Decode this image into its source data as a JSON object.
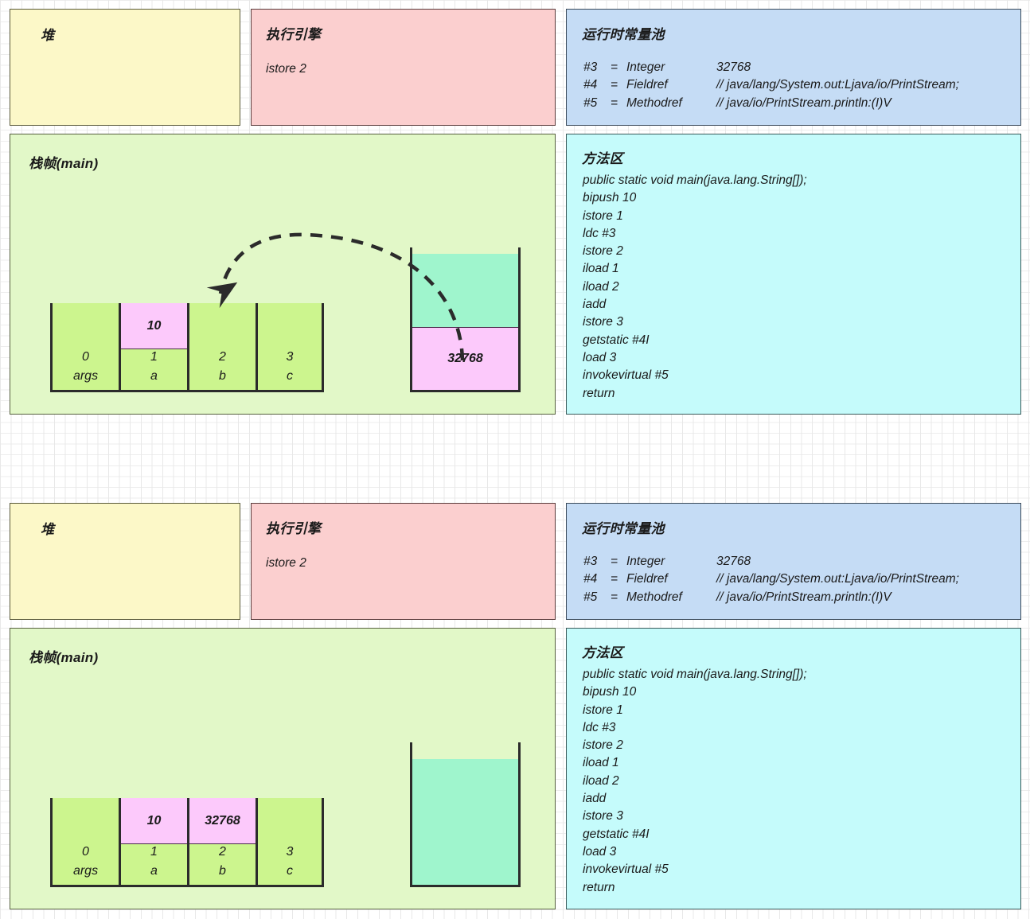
{
  "sections": [
    {
      "heap": {
        "title": "堆"
      },
      "engine": {
        "title": "执行引擎",
        "instruction": "istore 2"
      },
      "constant_pool": {
        "title": "运行时常量池",
        "entries": [
          {
            "index": "#3",
            "eq": "=",
            "kind": "Integer",
            "value": "32768"
          },
          {
            "index": "#4",
            "eq": "=",
            "kind": "Fieldref",
            "value": "// java/lang/System.out:Ljava/io/PrintStream;"
          },
          {
            "index": "#5",
            "eq": "=",
            "kind": "Methodref",
            "value": "// java/io/PrintStream.println:(I)V"
          }
        ]
      },
      "method_area": {
        "title": "方法区",
        "code": "public static void main(java.lang.String[]);\nbipush 10\nistore 1\nldc #3\nistore 2\niload 1\niload 2\niadd\nistore 3\ngetstatic #4I\nload 3\ninvokevirtual #5\nreturn"
      },
      "frame": {
        "title": "栈帧(main)",
        "slots": [
          {
            "index": "0",
            "name": "args",
            "value": ""
          },
          {
            "index": "1",
            "name": "a",
            "value": "10"
          },
          {
            "index": "2",
            "name": "b",
            "value": ""
          },
          {
            "index": "3",
            "name": "c",
            "value": ""
          }
        ],
        "operand_stack": {
          "entries": [
            "32768"
          ]
        },
        "arrow": {
          "visible": true,
          "from": "operand-stack",
          "to": "slot-2"
        }
      }
    },
    {
      "heap": {
        "title": "堆"
      },
      "engine": {
        "title": "执行引擎",
        "instruction": "istore 2"
      },
      "constant_pool": {
        "title": "运行时常量池",
        "entries": [
          {
            "index": "#3",
            "eq": "=",
            "kind": "Integer",
            "value": "32768"
          },
          {
            "index": "#4",
            "eq": "=",
            "kind": "Fieldref",
            "value": "// java/lang/System.out:Ljava/io/PrintStream;"
          },
          {
            "index": "#5",
            "eq": "=",
            "kind": "Methodref",
            "value": "// java/io/PrintStream.println:(I)V"
          }
        ]
      },
      "method_area": {
        "title": "方法区",
        "code": "public static void main(java.lang.String[]);\nbipush 10\nistore 1\nldc #3\nistore 2\niload 1\niload 2\niadd\nistore 3\ngetstatic #4I\nload 3\ninvokevirtual #5\nreturn"
      },
      "frame": {
        "title": "栈帧(main)",
        "slots": [
          {
            "index": "0",
            "name": "args",
            "value": ""
          },
          {
            "index": "1",
            "name": "a",
            "value": "10"
          },
          {
            "index": "2",
            "name": "b",
            "value": "32768"
          },
          {
            "index": "3",
            "name": "c",
            "value": ""
          }
        ],
        "operand_stack": {
          "entries": []
        },
        "arrow": {
          "visible": false
        }
      }
    }
  ],
  "colors": {
    "heap_bg": "#fcf8c8",
    "engine_bg": "#fbcfcf",
    "constant_pool_bg": "#c5dcf5",
    "method_area_bg": "#c5fbfb",
    "frame_bg": "#e2f8c8",
    "slot_bg": "#ccf58e",
    "value_bg": "#fcc9fb",
    "operand_fill": "#9ff5cd",
    "stroke": "#2b2b2b"
  }
}
